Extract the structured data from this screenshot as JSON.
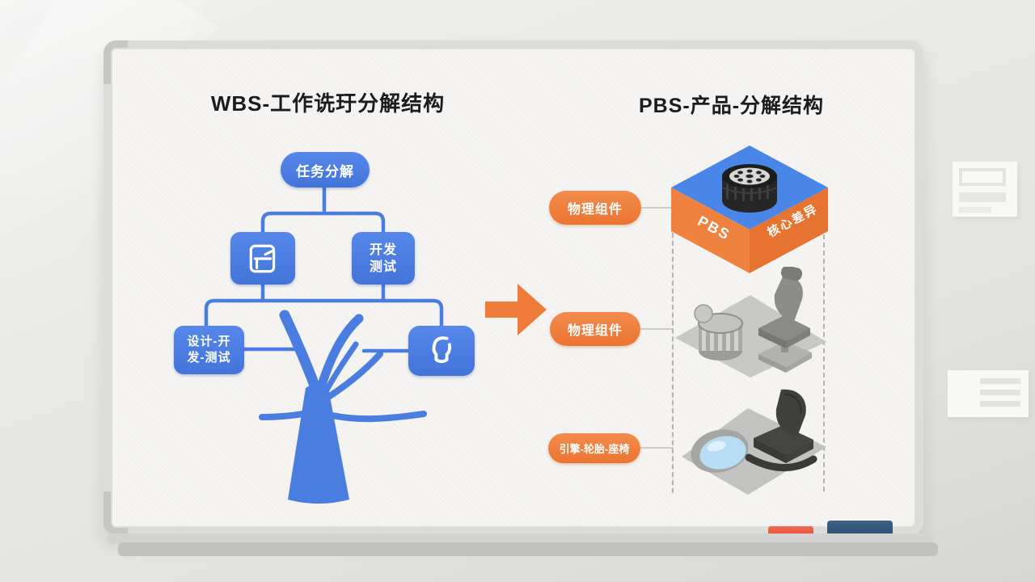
{
  "scene": {
    "type": "whiteboard-illustration"
  },
  "wbs": {
    "title": "WBS-工作诜玗分解结构",
    "root_label": "任务分解",
    "dev_test": {
      "line1": "开发",
      "line2": "测试"
    },
    "design": {
      "line1": "设计-开",
      "line2": "发-测试"
    },
    "icons": {
      "node_left": "task-board-icon",
      "node_bottom_right": "person-icon",
      "tree": "bare-tree"
    }
  },
  "pbs": {
    "title": "PBS-产品-分解结构",
    "labels": [
      "物理组件",
      "物理组件",
      "引擎-轮胎-座椅"
    ],
    "cube": {
      "left_face": "PBS",
      "right_face": "核心差异",
      "top_icon": "tire-icon"
    },
    "tiers": [
      "tire-on-cube",
      "seat-and-drum-platform",
      "seat-and-mirror-platform"
    ]
  },
  "middle": {
    "icon": "right-arrow-icon"
  },
  "tray": {
    "items": [
      "red-marker",
      "blue-eraser"
    ]
  },
  "colors": {
    "blue": "#4a7de0",
    "cube_top_blue": "#4a86e8",
    "orange": "#ef8140",
    "arrow_orange": "#ee7b3a",
    "red_marker": "#e8503a",
    "eraser_blue": "#2e5472",
    "board": "#f5f4f2",
    "wall": "#e8e8e6"
  }
}
